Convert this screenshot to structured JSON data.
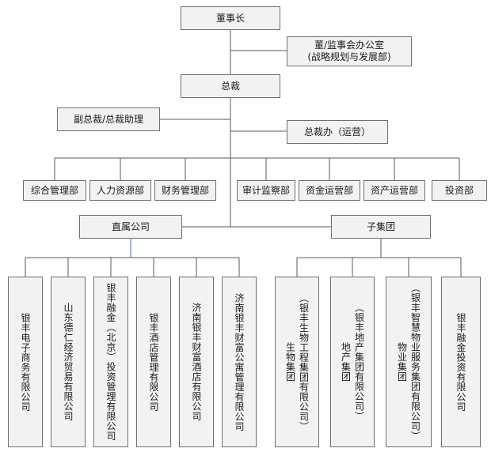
{
  "chairman": "董事长",
  "board_office": {
    "line1": "董/监事会办公室",
    "line2": "(战略规划与发展部)"
  },
  "president": "总裁",
  "vp": "副总裁/总裁助理",
  "president_office": "总裁办（运营）",
  "departments": [
    "综合管理部",
    "人力资源部",
    "财务管理部",
    "审计监察部",
    "资金运营部",
    "资产运营部",
    "投资部"
  ],
  "direct": {
    "label": "直属公司",
    "companies": [
      [
        "银丰电子商务有限公司"
      ],
      [
        "山东德仁经济贸易有限公司"
      ],
      [
        "银丰融金（北京）投资管理有限公司"
      ],
      [
        "银丰酒店管理有限公司"
      ],
      [
        "济南银丰财富酒店有限公司"
      ],
      [
        "济南银丰财富公寓管理有限公司"
      ]
    ]
  },
  "sub": {
    "label": "子集团",
    "companies": [
      [
        "（银丰生物工程集团有限公司）",
        "生物集团"
      ],
      [
        "（银丰地产集团有限公司）",
        "地产集团"
      ],
      [
        "（银丰智慧物业服务集团有限公司）",
        "物业集团"
      ],
      [
        "银丰融金投资有限公司"
      ]
    ]
  },
  "colors": {
    "line": "#5a5a5a",
    "box_fill": "#f2f2f2",
    "box_border": "#6f6f6f",
    "accent_line": "#4a6fb5"
  }
}
